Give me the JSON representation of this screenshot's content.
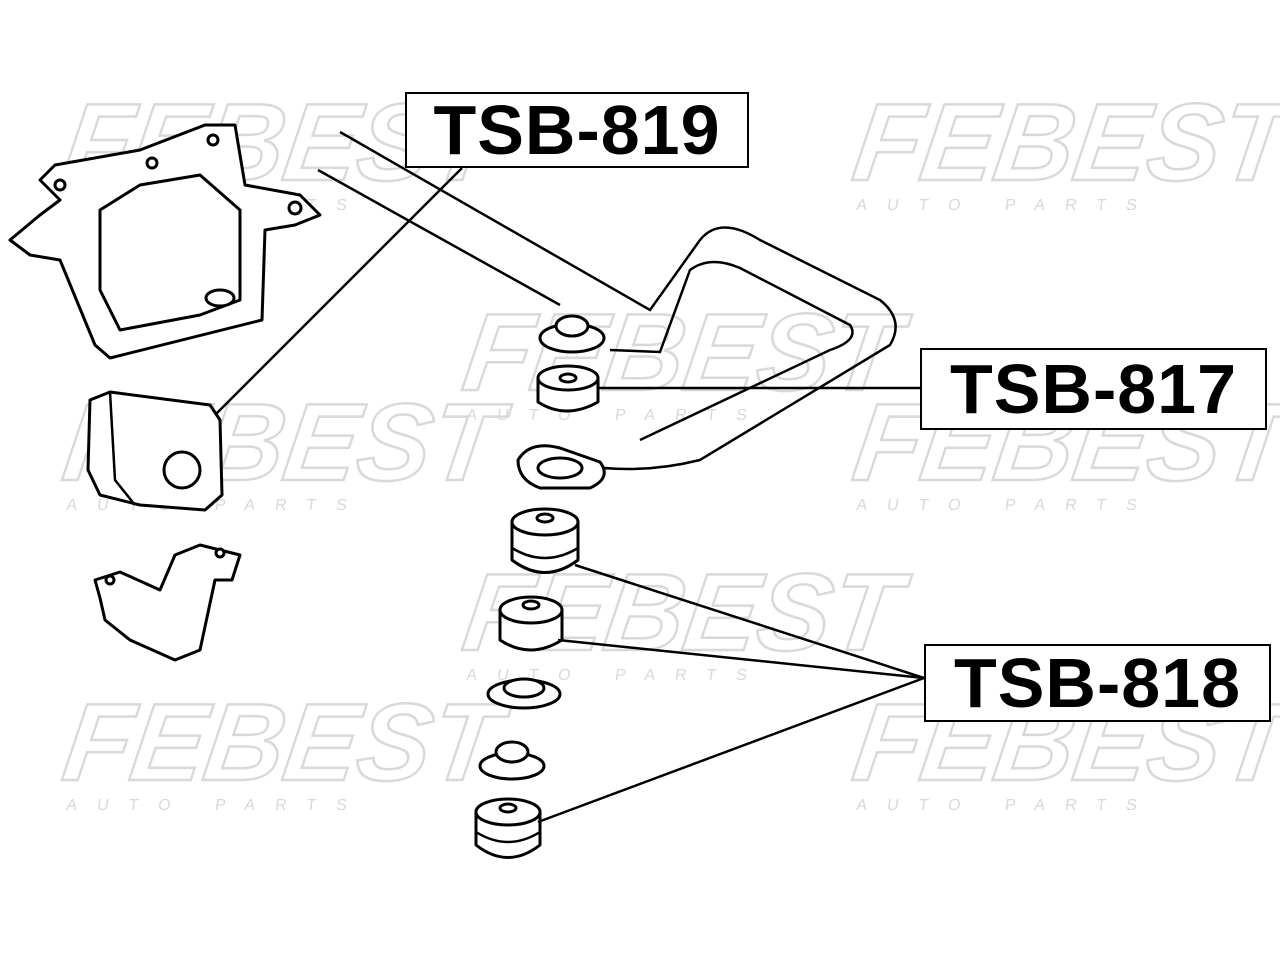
{
  "watermark": {
    "brand": "FEBEST",
    "sub": "AUTO PARTS"
  },
  "labels": {
    "tsb819": "TSB-819",
    "tsb817": "TSB-817",
    "tsb818": "TSB-818"
  },
  "colors": {
    "ink": "#000000",
    "watermark": "#d9d9d9",
    "background": "#ffffff"
  }
}
